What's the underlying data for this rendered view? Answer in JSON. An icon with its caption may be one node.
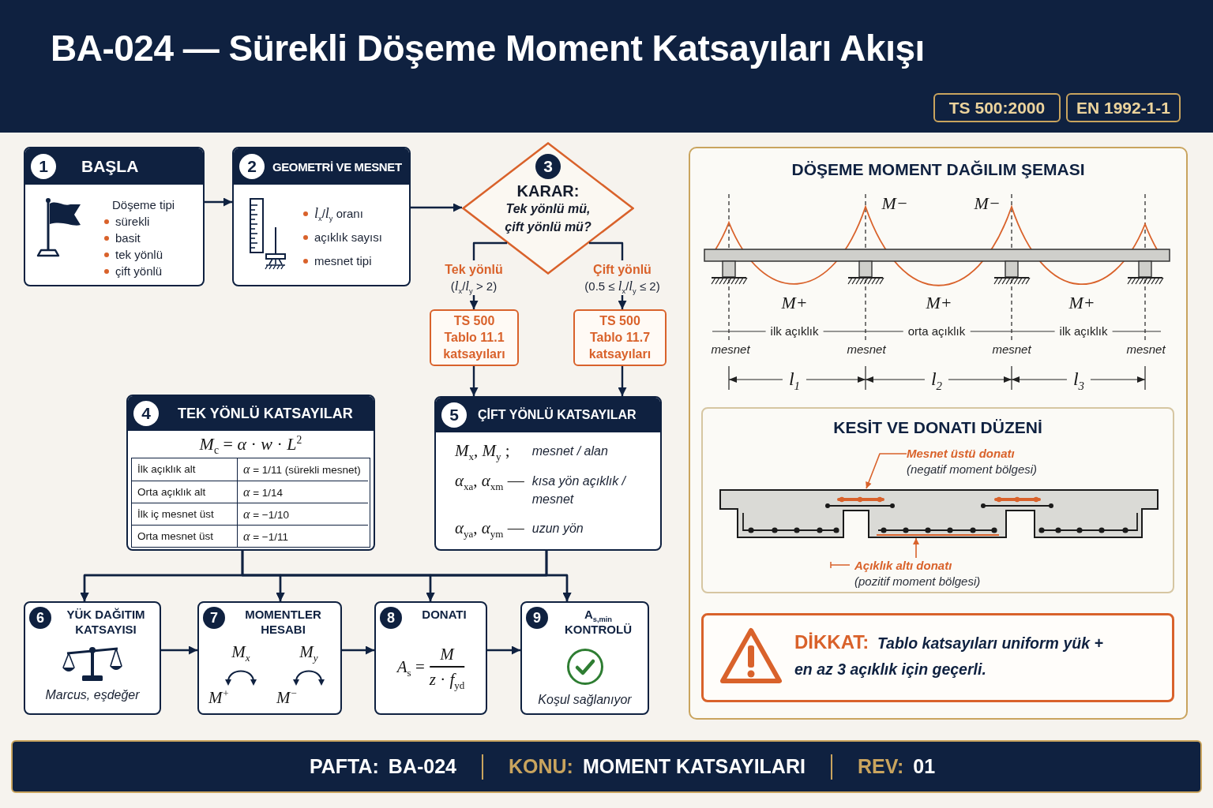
{
  "diagram": {
    "title": "BA-024 — Sürekli Döşeme Moment Katsayıları Akışı",
    "nodes": [
      {
        "text": [
          "TS 500:2000"
        ]
      },
      {
        "text": [
          "EN 1992-1-1"
        ]
      },
      {
        "text": [
          "1",
          "BAŞLA",
          "Döşeme tipi",
          "sürekli",
          "basit",
          "tek yönlü",
          "çift yönlü"
        ]
      },
      {
        "text": [
          "2",
          "GEOMETRİ VE MESNET",
          "*l*$_{x}$/*l*$_{y}$ oranı",
          "açıklık sayısı",
          "mesnet tipi"
        ]
      },
      {
        "text": [
          "3",
          "KARAR:",
          "Tek yönlü mü, çift yönlü mü?"
        ]
      },
      {
        "text": [
          "TS 500 Tablo 11.1 katsayıları"
        ]
      },
      {
        "text": [
          "TS 500 Tablo 11.7 katsayıları"
        ]
      },
      {
        "text": [
          "4",
          "TEK YÖNLÜ KATSAYILAR",
          "*M*$_{c}$ = *α* · *w* · *L*$^{2}$",
          "İlk açıklık alt",
          "*α* = 1/11 (sürekli mesnet)",
          "Orta açıklık alt",
          "*α* = 1/14",
          "İlk iç mesnet üst",
          "*α* = −1/10",
          "Orta mesnet üst",
          "*α* = −1/11"
        ]
      },
      {
        "text": [
          "5",
          "ÇİFT YÖNLÜ KATSAYILAR",
          "*M*$_{x}$, *M*$_{y}$ ;",
          "mesnet / alan",
          "*α*$_{xa}$, *α*$_{xm}$ —",
          "kısa yön açıklık / mesnet",
          "*α*$_{ya}$, *α*$_{ym}$ —",
          "uzun yön"
        ]
      },
      {
        "text": [
          "6",
          "YÜK DAĞITIM KATSAYISI",
          "Marcus, eşdeğer"
        ]
      },
      {
        "text": [
          "7",
          "MOMENTLER HESABI",
          "M$_{x}$",
          "M$_{y}$",
          "M$^{+}$",
          "M$^{−}$"
        ]
      },
      {
        "text": [
          "8",
          "DONATI",
          "*A*$_{s}$ =",
          "M",
          "*z* · *f*$_{yd}$"
        ]
      },
      {
        "text": [
          "9",
          "A$_{s,min}$ KONTROLÜ",
          "Koşul sağlanıyor"
        ]
      },
      {
        "text": [
          "DÖŞEME MOMENT DAĞILIM ŞEMASI"
        ]
      },
      {
        "text": [
          "KESİT VE DONATI DÜZENİ"
        ],
        "in": 13
      },
      {
        "text": [
          "Mesnet üstü donatı",
          "(negatif moment bölgesi)"
        ],
        "in": 14
      },
      {
        "text": [
          "Açıklık altı donatı",
          "(pozitif moment bölgesi)"
        ],
        "in": 14
      },
      {
        "text": [
          "DİKKAT: *Tablo katsayıları uniform yük + en az 3 açıklık için geçerli.*"
        ],
        "in": 13
      },
      {
        "text": [
          "PAFTA:",
          "BA-024",
          "KONU:",
          "MOMENT KATSAYILARI",
          "REV:",
          "01"
        ]
      }
    ],
    "edges": [
      {
        "from": 2,
        "to": 3,
        "arrow": "to"
      },
      {
        "from": 3,
        "to": 4,
        "arrow": "to"
      },
      {
        "from": 4,
        "to": 5,
        "arrow": "to",
        "label": "**Tek yönlü** (*l*$_{x}$/*l*$_{y}$ > 2)"
      },
      {
        "from": 4,
        "to": 6,
        "arrow": "to",
        "label": "**Çift yönlü** (0.5 ≤ *l*$_{x}$/*l*$_{y}$ ≤ 2)"
      },
      {
        "from": 5,
        "to": 8,
        "arrow": "to"
      },
      {
        "from": 6,
        "to": 8,
        "arrow": "to"
      },
      {
        "from": 7,
        "to": 9,
        "arrow": "to"
      },
      {
        "from": 7,
        "to": 10,
        "arrow": "to"
      },
      {
        "from": 7,
        "to": 11,
        "arrow": "to"
      },
      {
        "from": 7,
        "to": 12,
        "arrow": "to"
      },
      {
        "from": 8,
        "to": 9,
        "arrow": "to"
      },
      {
        "from": 8,
        "to": 10,
        "arrow": "to"
      },
      {
        "from": 8,
        "to": 11,
        "arrow": "to"
      },
      {
        "from": 8,
        "to": 12,
        "arrow": "to"
      },
      {
        "from": 9,
        "to": 10,
        "arrow": "to"
      },
      {
        "from": 10,
        "to": 11,
        "arrow": "to"
      },
      {
        "from": 11,
        "to": 12,
        "arrow": "to"
      },
      {
        "from": 15,
        "to": null,
        "arrow": "to",
        "color": "#d9622b"
      },
      {
        "from": 16,
        "to": null,
        "arrow": "to",
        "color": "#d9622b"
      }
    ],
    "labels": [
      "M−",
      "M−",
      "M+",
      "M+",
      "M+",
      "ilk açıklık",
      "orta açıklık",
      "ilk açıklık",
      "mesnet",
      "mesnet",
      "mesnet",
      "mesnet",
      "l$_{1}$",
      "l$_{2}$",
      "l$_{3}$"
    ]
  }
}
